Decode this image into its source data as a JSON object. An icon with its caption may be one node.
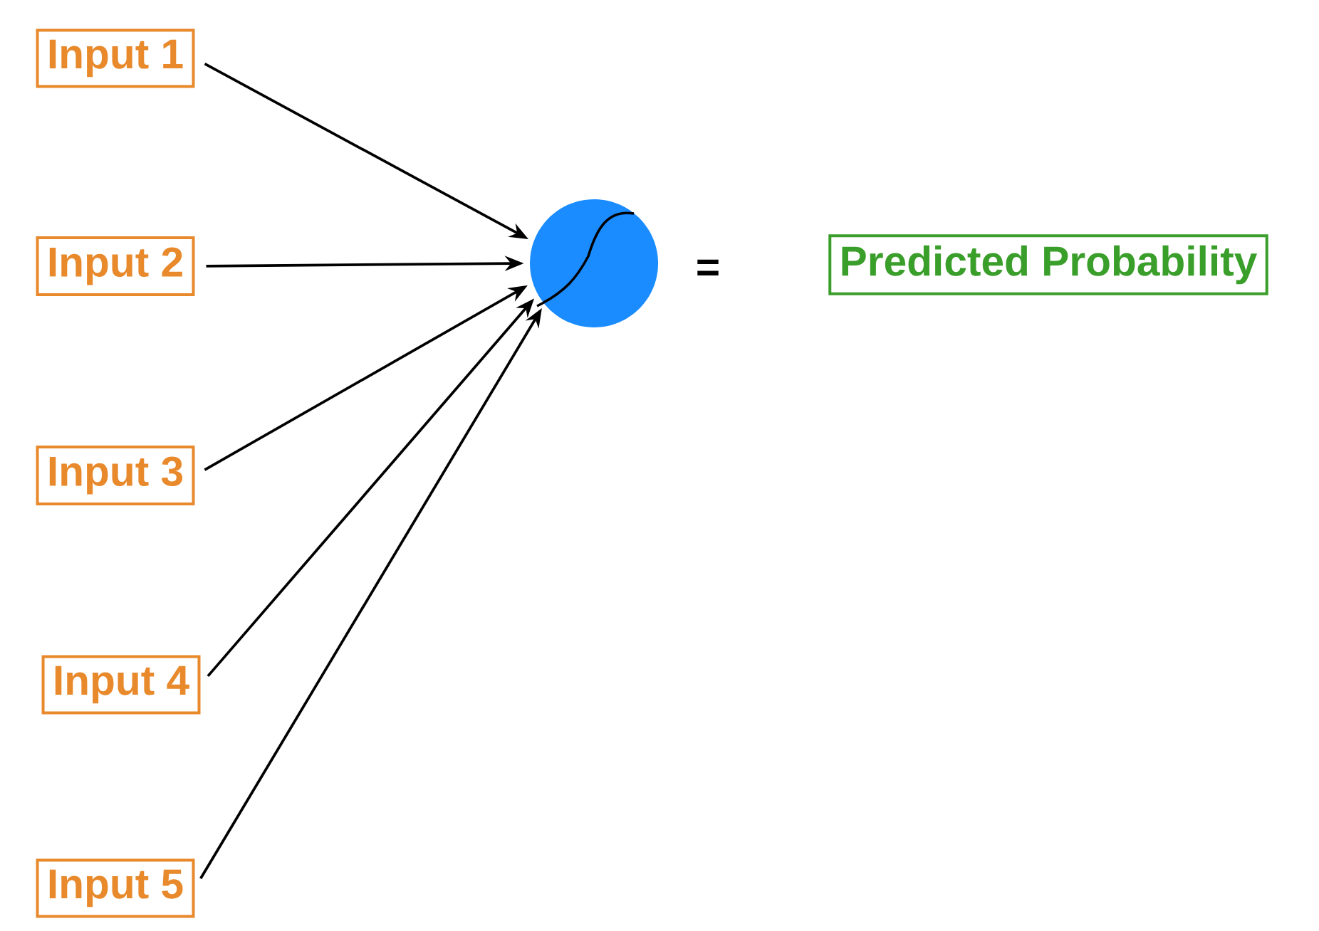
{
  "diagram": {
    "nodes": [
      {
        "text": [
          "Input 1"
        ]
      },
      {
        "text": [
          "Input 2"
        ]
      },
      {
        "text": [
          "Input 3"
        ]
      },
      {
        "text": [
          "Input 4"
        ]
      },
      {
        "text": [
          "Input 5"
        ]
      },
      {
        "text": [],
        "shape": "circle"
      },
      {
        "text": [
          "Predicted Probability"
        ]
      }
    ],
    "edges": [
      {
        "from": 0,
        "to": 5,
        "arrow": "to"
      },
      {
        "from": 1,
        "to": 5,
        "arrow": "to"
      },
      {
        "from": 2,
        "to": 5,
        "arrow": "to"
      },
      {
        "from": 3,
        "to": 5,
        "arrow": "to"
      },
      {
        "from": 4,
        "to": 5,
        "arrow": "to"
      }
    ],
    "labels": [
      "="
    ]
  }
}
